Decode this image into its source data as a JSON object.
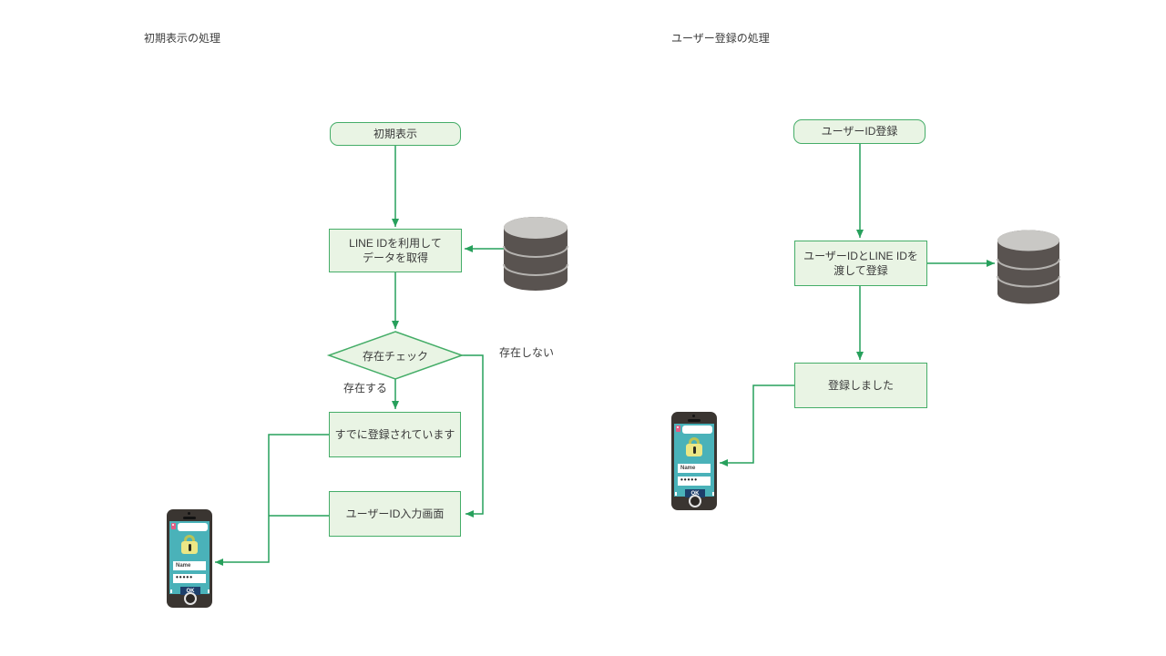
{
  "left_flow": {
    "title": "初期表示の処理",
    "start": "初期表示",
    "fetch": "LINE IDを利用して\nデータを取得",
    "decision": "存在チェック",
    "branch_no": "存在しない",
    "branch_yes": "存在する",
    "already_registered": "すでに登録されています",
    "id_input_screen": "ユーザーID入力画面"
  },
  "right_flow": {
    "title": "ユーザー登録の処理",
    "start": "ユーザーID登録",
    "register": "ユーザーIDとLINE IDを\n渡して登録",
    "registered": "登録しました"
  },
  "phone_ui": {
    "name_label": "Name",
    "password_dots": "•••••",
    "ok_label": "OK"
  },
  "colors": {
    "node_fill": "#e9f4e4",
    "node_border": "#45ad68",
    "connector": "#27a05c",
    "database_body": "#595350",
    "database_top": "#c9c8c5",
    "phone_body": "#3a3531",
    "phone_screen": "#4ab2b9",
    "ok_button": "#1d3f6b",
    "lock_yellow": "#ece785",
    "badge_pink": "#e35c84"
  }
}
